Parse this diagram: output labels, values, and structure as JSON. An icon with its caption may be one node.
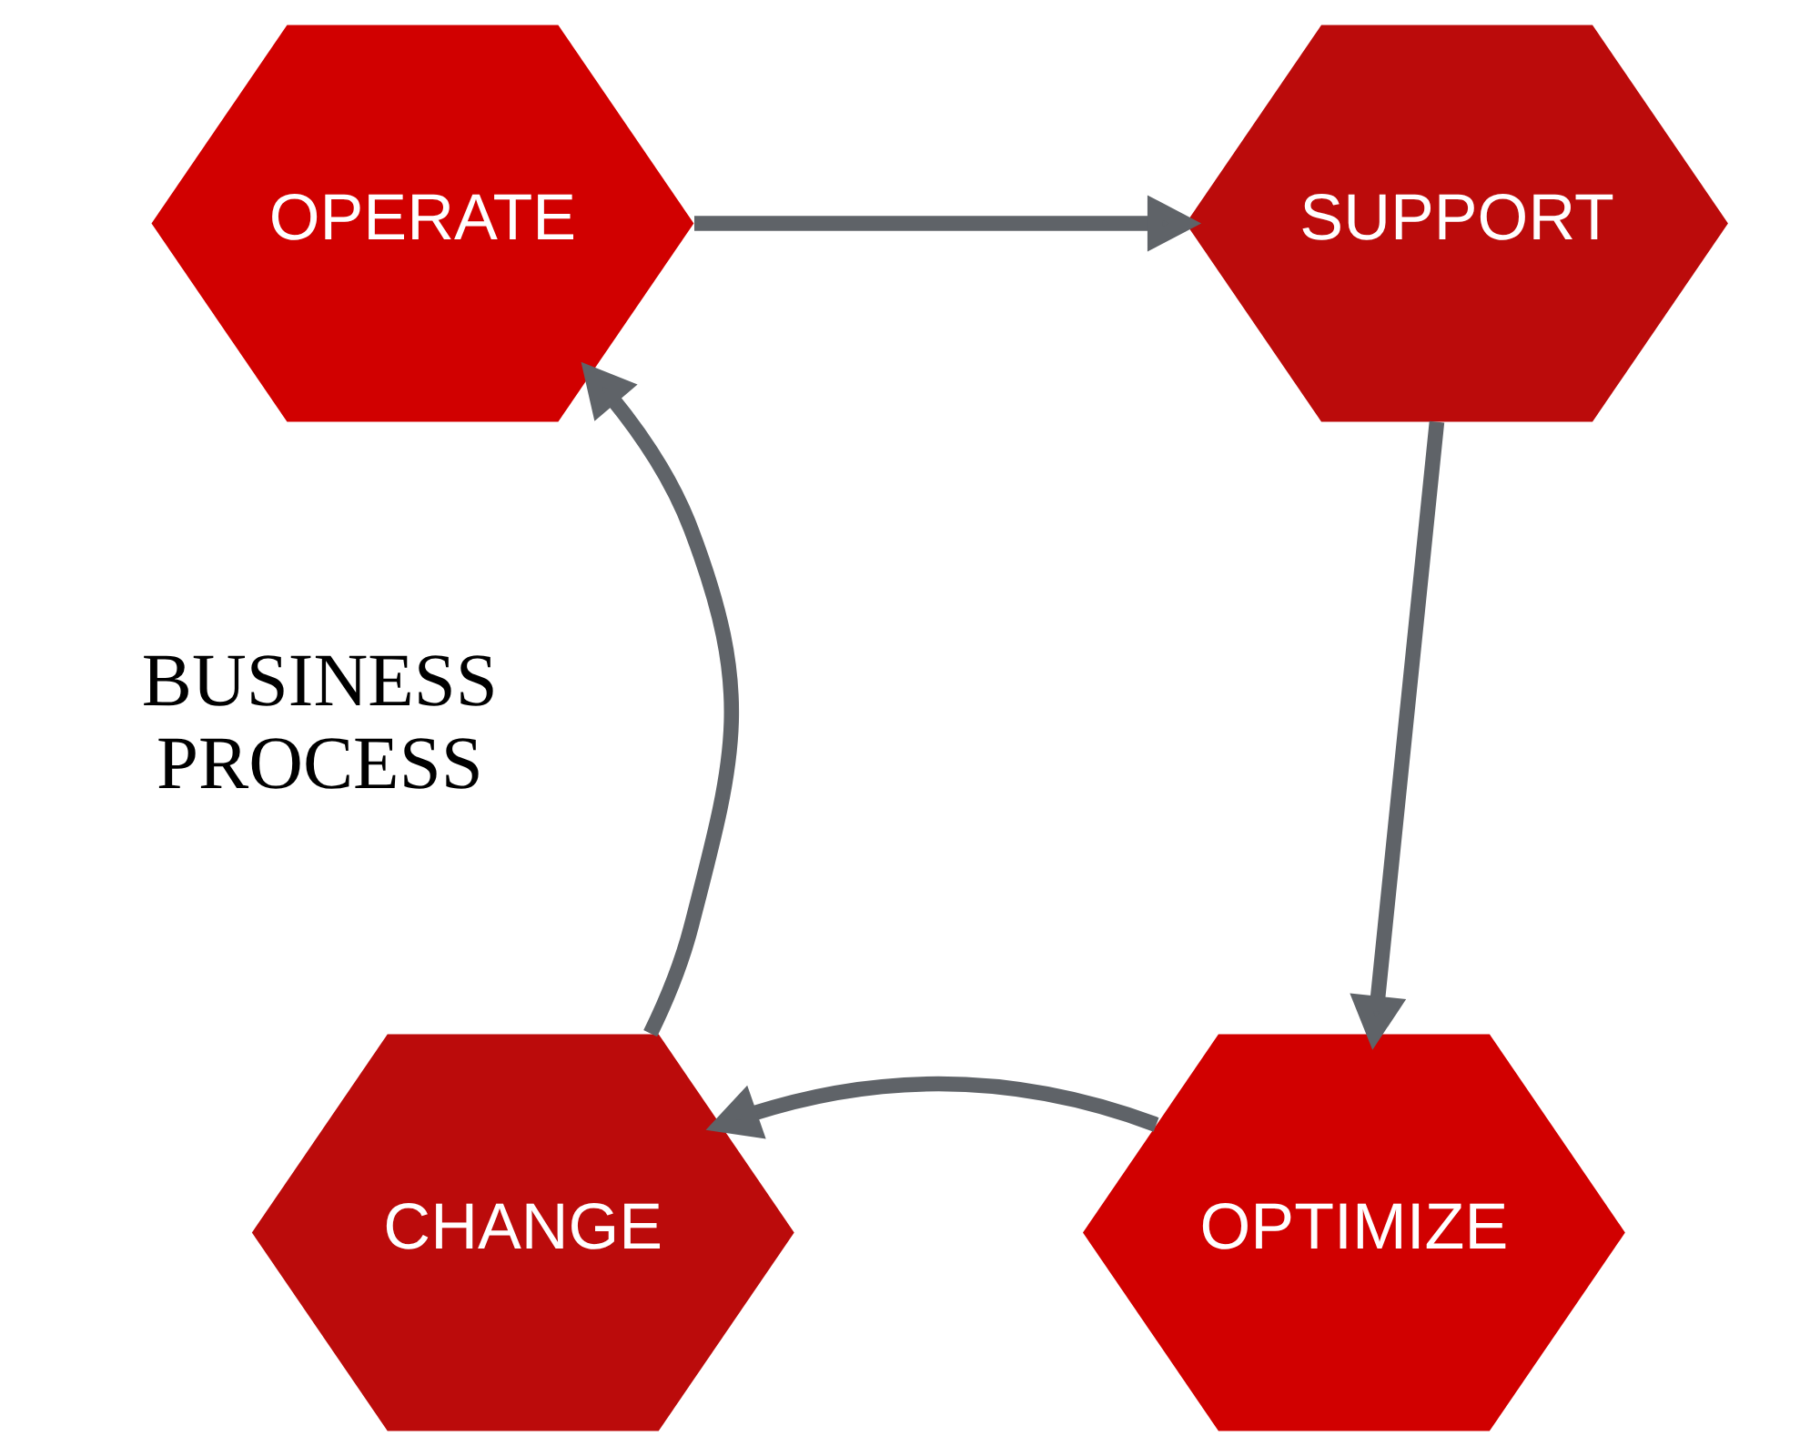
{
  "diagram": {
    "nodes": [
      {
        "text": [
          "OPERATE"
        ]
      },
      {
        "text": [
          "SUPPORT"
        ]
      },
      {
        "text": [
          "OPTIMIZE"
        ]
      },
      {
        "text": [
          "CHANGE"
        ]
      }
    ],
    "edges": [
      {
        "from": 0,
        "to": 1,
        "arrow": "to"
      },
      {
        "from": 1,
        "to": 2,
        "arrow": "to"
      },
      {
        "from": 2,
        "to": 3,
        "arrow": "to"
      },
      {
        "from": 3,
        "to": 0,
        "arrow": "to"
      }
    ],
    "labels": [
      "BUSINESS PROCESS"
    ]
  }
}
